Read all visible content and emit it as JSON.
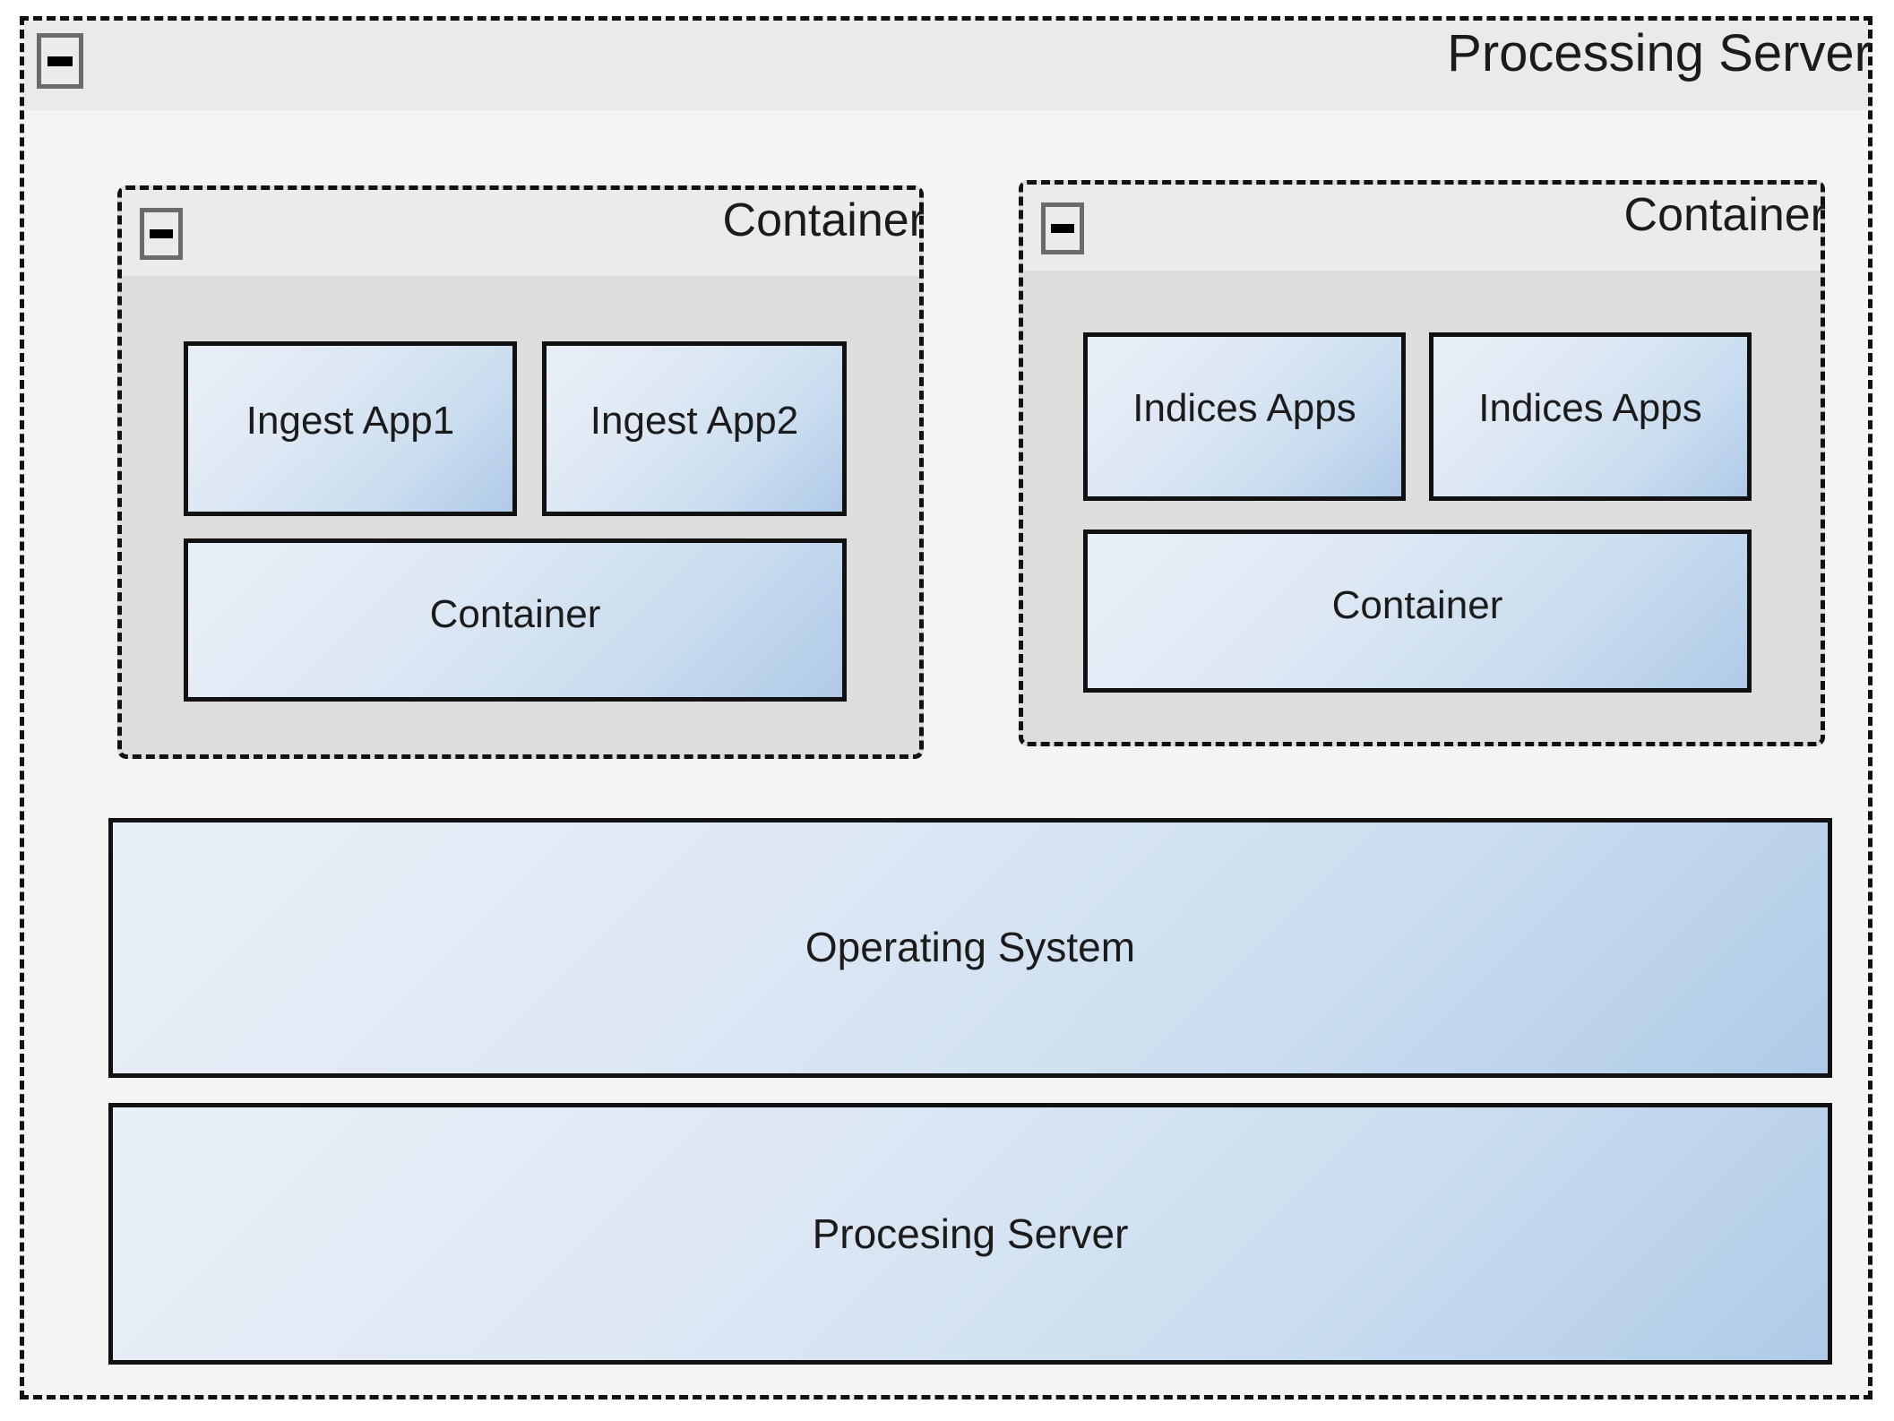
{
  "server": {
    "title": "Processing Server",
    "collapse_icon": "minus-icon"
  },
  "containers": [
    {
      "title": "Container",
      "collapse_icon": "minus-icon",
      "apps": [
        {
          "label": "Ingest App1"
        },
        {
          "label": "Ingest App2"
        }
      ],
      "inner_box": {
        "label": "Container"
      }
    },
    {
      "title": "Container",
      "collapse_icon": "minus-icon",
      "apps": [
        {
          "label": "Indices Apps"
        },
        {
          "label": "Indices Apps"
        }
      ],
      "inner_box": {
        "label": "Container"
      }
    }
  ],
  "stack": [
    {
      "label": "Operating System"
    },
    {
      "label": "Procesing Server"
    }
  ],
  "colors": {
    "page_background": "#ffffff",
    "server_body": "#f4f4f4",
    "server_header": "#eaeaea",
    "container_body": "#dddddd",
    "container_header": "#ebebeb",
    "box_border": "#111111",
    "box_gradient_light": "#e9eff8",
    "box_gradient_dark": "#b0cae7",
    "text": "#1b1b1b",
    "button_border": "#6b6b6b",
    "button_fill": "#ebebeb"
  }
}
